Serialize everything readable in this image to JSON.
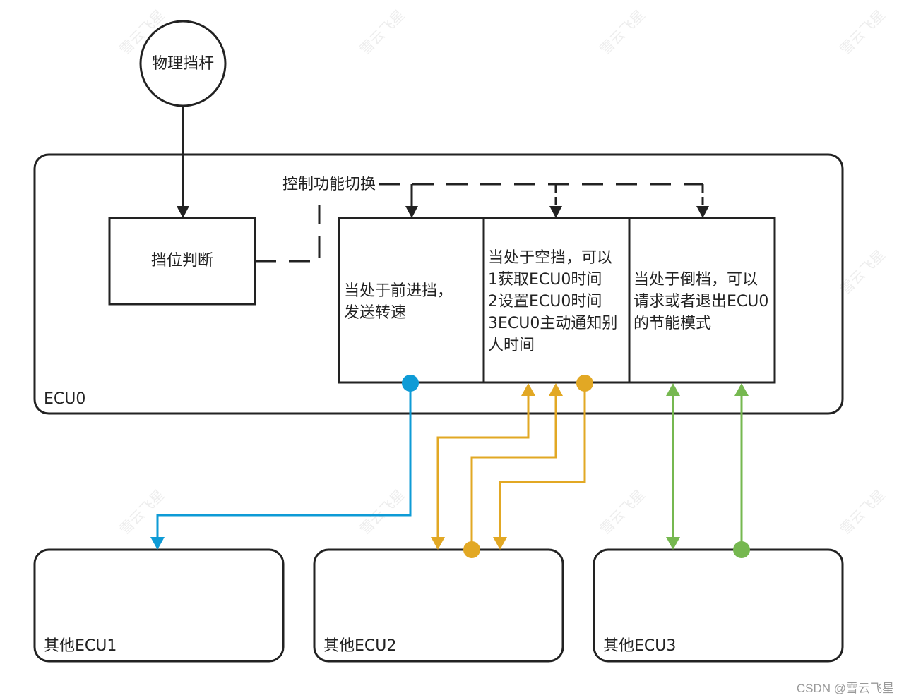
{
  "nodes": {
    "lever": "物理挡杆",
    "gear_judge": "挡位判断",
    "control_switch": "控制功能切换",
    "ecu0_label": "ECU0",
    "forward_box": [
      "当处于前进挡，",
      "发送转速"
    ],
    "neutral_box": [
      "当处于空挡，可以",
      "1获取ECU0时间",
      "2设置ECU0时间",
      "3ECU0主动通知别",
      "人时间"
    ],
    "reverse_box": [
      "当处于倒档，可以",
      "请求或者退出ECU0",
      "的节能模式"
    ],
    "ecu1": "其他ECU1",
    "ecu2": "其他ECU2",
    "ecu3": "其他ECU3"
  },
  "colors": {
    "blue": "#0e9bd6",
    "yellow": "#e2a824",
    "green": "#76b850",
    "dark": "#222222"
  },
  "watermark": "雪云飞星",
  "footer": "CSDN @雪云飞星"
}
